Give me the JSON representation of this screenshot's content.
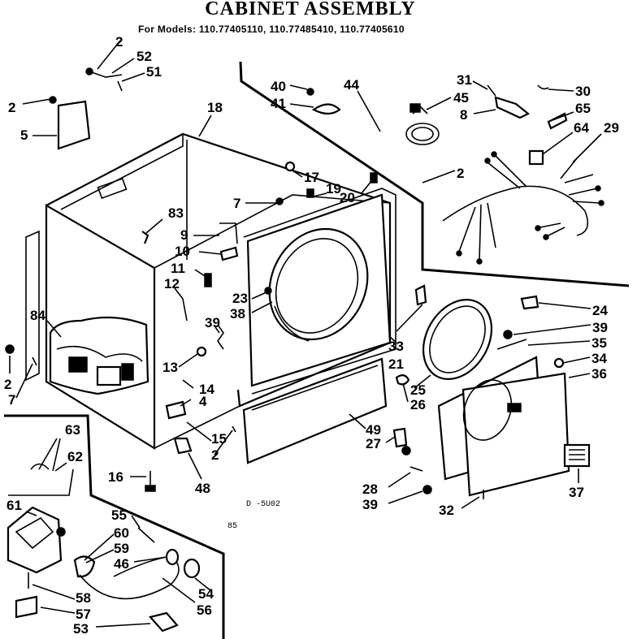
{
  "title": "CABINET ASSEMBLY",
  "subtitle": "For Models: 110.77405110, 110.77485410, 110.77405610",
  "diagram_ref": "D -5U02",
  "page_ref": "85",
  "part_labels": [
    {
      "id": "p2a",
      "text": "2"
    },
    {
      "id": "p52",
      "text": "52"
    },
    {
      "id": "p51",
      "text": "51"
    },
    {
      "id": "p2b",
      "text": "2"
    },
    {
      "id": "p5",
      "text": "5"
    },
    {
      "id": "p18",
      "text": "18"
    },
    {
      "id": "p40",
      "text": "40"
    },
    {
      "id": "p41",
      "text": "41"
    },
    {
      "id": "p44",
      "text": "44"
    },
    {
      "id": "p45",
      "text": "45"
    },
    {
      "id": "p31",
      "text": "31"
    },
    {
      "id": "p8",
      "text": "8"
    },
    {
      "id": "p30",
      "text": "30"
    },
    {
      "id": "p65",
      "text": "65"
    },
    {
      "id": "p64",
      "text": "64"
    },
    {
      "id": "p29",
      "text": "29"
    },
    {
      "id": "p17",
      "text": "17"
    },
    {
      "id": "p19",
      "text": "19"
    },
    {
      "id": "p20",
      "text": "20"
    },
    {
      "id": "p7a",
      "text": "7"
    },
    {
      "id": "p2c",
      "text": "2"
    },
    {
      "id": "p83",
      "text": "83"
    },
    {
      "id": "p9",
      "text": "9"
    },
    {
      "id": "p10",
      "text": "10"
    },
    {
      "id": "p11",
      "text": "11"
    },
    {
      "id": "p12",
      "text": "12"
    },
    {
      "id": "p23",
      "text": "23"
    },
    {
      "id": "p38",
      "text": "38"
    },
    {
      "id": "p84",
      "text": "84"
    },
    {
      "id": "p39a",
      "text": "39"
    },
    {
      "id": "p24",
      "text": "24"
    },
    {
      "id": "p39b",
      "text": "39"
    },
    {
      "id": "p35",
      "text": "35"
    },
    {
      "id": "p34",
      "text": "34"
    },
    {
      "id": "p36",
      "text": "36"
    },
    {
      "id": "p33",
      "text": "33"
    },
    {
      "id": "p21",
      "text": "21"
    },
    {
      "id": "p13",
      "text": "13"
    },
    {
      "id": "p14",
      "text": "14"
    },
    {
      "id": "p4",
      "text": "4"
    },
    {
      "id": "p25",
      "text": "25"
    },
    {
      "id": "p26",
      "text": "26"
    },
    {
      "id": "p2d",
      "text": "2"
    },
    {
      "id": "p7b",
      "text": "7"
    },
    {
      "id": "p63",
      "text": "63"
    },
    {
      "id": "p62",
      "text": "62"
    },
    {
      "id": "p15",
      "text": "15"
    },
    {
      "id": "p2e",
      "text": "2"
    },
    {
      "id": "p49",
      "text": "49"
    },
    {
      "id": "p27",
      "text": "27"
    },
    {
      "id": "p16",
      "text": "16"
    },
    {
      "id": "p48",
      "text": "48"
    },
    {
      "id": "p61",
      "text": "61"
    },
    {
      "id": "p28",
      "text": "28"
    },
    {
      "id": "p39c",
      "text": "39"
    },
    {
      "id": "p32",
      "text": "32"
    },
    {
      "id": "p37",
      "text": "37"
    },
    {
      "id": "p55",
      "text": "55"
    },
    {
      "id": "p60",
      "text": "60"
    },
    {
      "id": "p59",
      "text": "59"
    },
    {
      "id": "p46",
      "text": "46"
    },
    {
      "id": "p54",
      "text": "54"
    },
    {
      "id": "p58",
      "text": "58"
    },
    {
      "id": "p57",
      "text": "57"
    },
    {
      "id": "p56",
      "text": "56"
    },
    {
      "id": "p53",
      "text": "53"
    }
  ]
}
